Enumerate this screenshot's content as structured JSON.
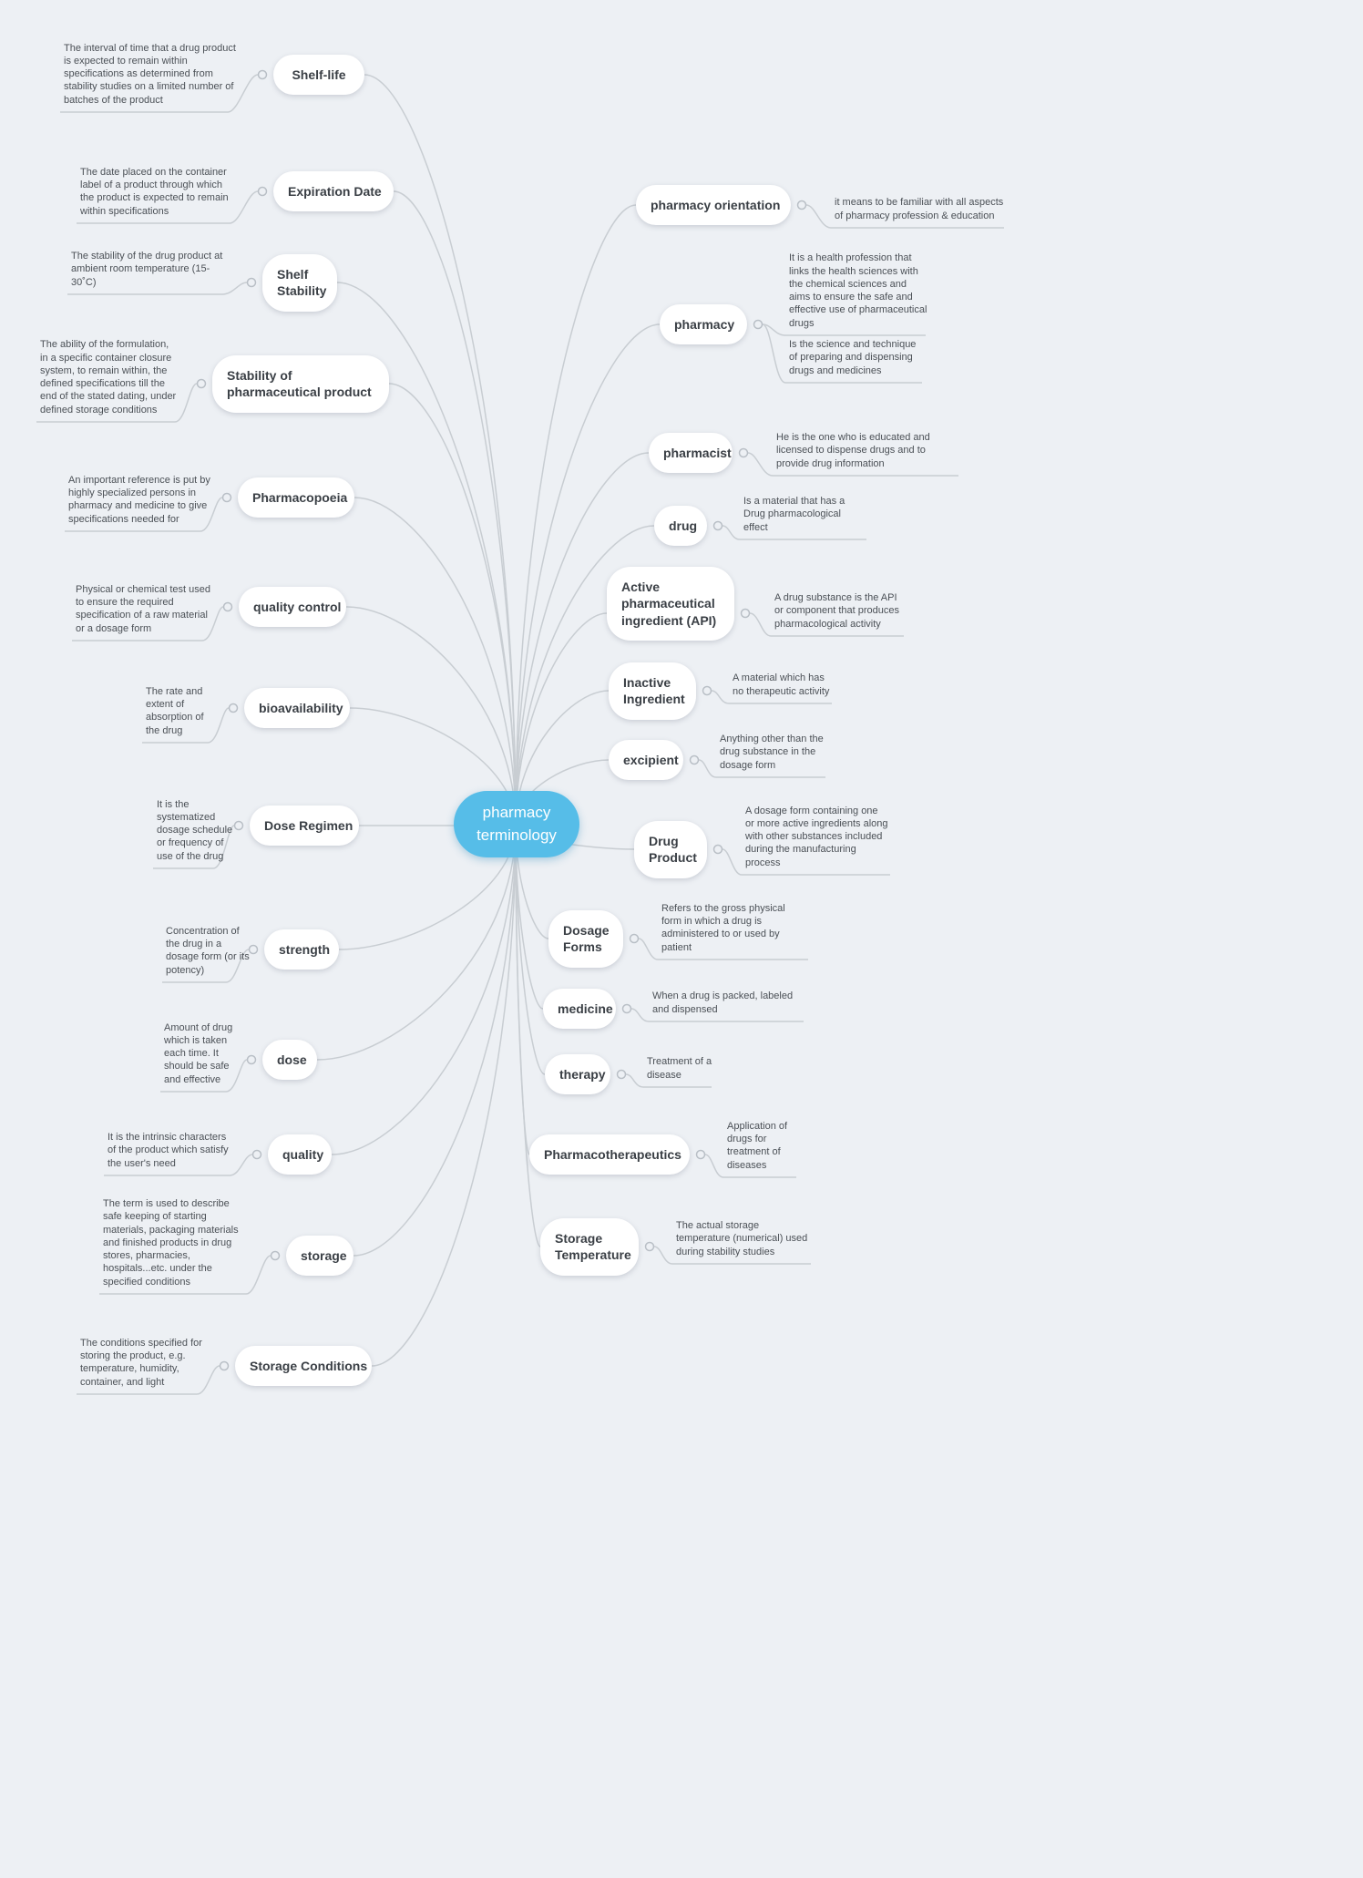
{
  "center": {
    "label": "pharmacy terminology"
  },
  "colors": {
    "background": "#edf0f4",
    "node_bg": "#ffffff",
    "center_bg": "#56bde8",
    "line": "#c8cdd2",
    "node_text": "#3a3f45",
    "desc_text": "#4b5056"
  },
  "left_branch": [
    {
      "label": "Shelf-life",
      "desc": "The interval of time that a drug product is expected to remain within specifications as determined from stability studies on a limited number of batches of the product"
    },
    {
      "label": "Expiration Date",
      "desc": "The date placed on the container label of a product through which the product is expected to remain within specifications"
    },
    {
      "label": "Shelf Stability",
      "desc": "The stability of the drug product at ambient room temperature (15-30˚C)"
    },
    {
      "label": "Stability of pharmaceutical product",
      "desc": "The ability of the formulation, in a specific container closure system, to remain within, the defined specifications till the end of the stated dating, under defined storage conditions"
    },
    {
      "label": "Pharmacopoeia",
      "desc": "An important reference is put by highly specialized persons in pharmacy and medicine to give specifications needed for"
    },
    {
      "label": "quality control",
      "desc": "Physical or chemical test used to  ensure the required specification of a raw material or a dosage form"
    },
    {
      "label": "bioavailability",
      "desc": "The rate and extent of absorption of the drug"
    },
    {
      "label": "Dose Regimen",
      "desc": "It is the systematized dosage schedule or frequency of use of the drug"
    },
    {
      "label": "strength",
      "desc": "Concentration of the drug in a dosage form (or its potency)"
    },
    {
      "label": "dose",
      "desc": "Amount of drug which is taken each time. It should be safe and effective"
    },
    {
      "label": "quality",
      "desc": "It is the intrinsic characters of the product which satisfy the user's need"
    },
    {
      "label": "storage",
      "desc": "The term is used to describe safe keeping of starting materials, packaging materials and finished products in drug stores, pharmacies, hospitals...etc. under the specified conditions"
    },
    {
      "label": "Storage Conditions",
      "desc": "The conditions specified for storing the product, e.g. temperature, humidity, container, and light"
    }
  ],
  "right_branch": [
    {
      "label": "pharmacy orientation",
      "desc": "it means to be familiar with all aspects of pharmacy profession & education"
    },
    {
      "label": "pharmacy",
      "desc": "It is a health profession that links the health sciences with the chemical sciences and aims to ensure the safe and effective use of pharmaceutical drugs",
      "desc2": "Is the science and technique of preparing and dispensing drugs and medicines"
    },
    {
      "label": "pharmacist",
      "desc": "He is the one who is educated and licensed to dispense drugs and to provide drug information"
    },
    {
      "label": "drug",
      "desc": "Is a material that has a Drug pharmacological effect"
    },
    {
      "label": "Active pharmaceutical ingredient (API)",
      "desc": "A drug substance is the API or component that produces pharmacological activity"
    },
    {
      "label": "Inactive Ingredient",
      "desc": "A material which has no therapeutic activity"
    },
    {
      "label": "excipient",
      "desc": "Anything other than the drug substance in the dosage form"
    },
    {
      "label": "Drug Product",
      "desc": "A dosage form containing one or more active ingredients along with other substances included during the manufacturing process"
    },
    {
      "label": "Dosage Forms",
      "desc": "Refers to the gross physical form in which a drug is administered to or used by patient"
    },
    {
      "label": "medicine",
      "desc": "When a drug is packed, labeled and dispensed"
    },
    {
      "label": "therapy",
      "desc": "Treatment of a disease"
    },
    {
      "label": "Pharmacotherapeutics",
      "desc": "Application of drugs for treatment of diseases"
    },
    {
      "label": "Storage Temperature",
      "desc": "The actual storage temperature (numerical) used during stability studies"
    }
  ]
}
